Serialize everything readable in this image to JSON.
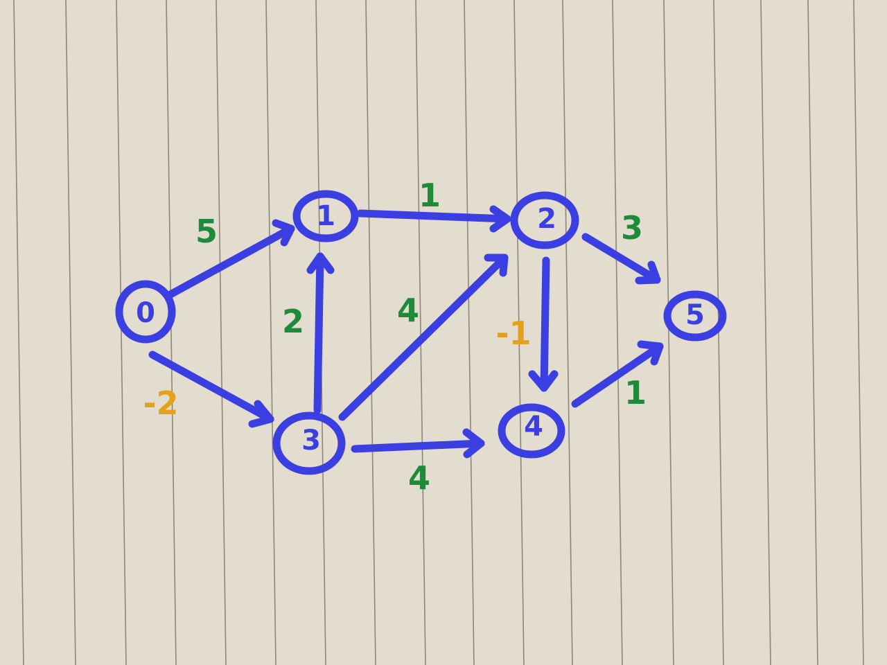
{
  "colors": {
    "paper": "#e3ddd0",
    "ink_blue": "#3b3ee0",
    "ink_green": "#1e8a3c",
    "ink_orange": "#e3a21c"
  },
  "graph": {
    "nodes": [
      {
        "id": "0",
        "label": "0"
      },
      {
        "id": "1",
        "label": "1"
      },
      {
        "id": "2",
        "label": "2"
      },
      {
        "id": "3",
        "label": "3"
      },
      {
        "id": "4",
        "label": "4"
      },
      {
        "id": "5",
        "label": "5"
      }
    ],
    "edges": [
      {
        "from": "0",
        "to": "1",
        "weight": "5",
        "color": "green"
      },
      {
        "from": "0",
        "to": "3",
        "weight": "-2",
        "color": "orange"
      },
      {
        "from": "3",
        "to": "1",
        "weight": "2",
        "color": "green"
      },
      {
        "from": "1",
        "to": "2",
        "weight": "1",
        "color": "green"
      },
      {
        "from": "3",
        "to": "2",
        "weight": "4",
        "color": "green"
      },
      {
        "from": "3",
        "to": "4",
        "weight": "4",
        "color": "green"
      },
      {
        "from": "2",
        "to": "4",
        "weight": "-1",
        "color": "orange"
      },
      {
        "from": "2",
        "to": "5",
        "weight": "3",
        "color": "green"
      },
      {
        "from": "4",
        "to": "5",
        "weight": "1",
        "color": "green"
      }
    ]
  }
}
